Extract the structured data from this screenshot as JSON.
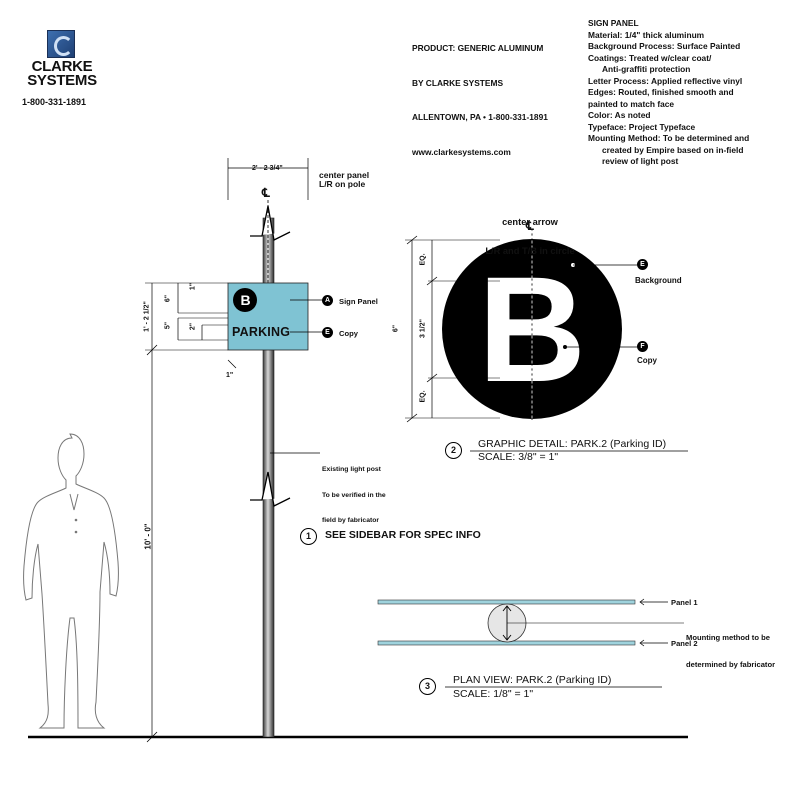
{
  "logo": {
    "line1": "CLARKE",
    "line2": "SYSTEMS",
    "phone": "1-800-331-1891"
  },
  "product": {
    "lines": [
      "PRODUCT: GENERIC ALUMINUM",
      "BY CLARKE SYSTEMS",
      "ALLENTOWN, PA • 1-800-331-1891",
      "www.clarkesystems.com"
    ]
  },
  "spec": {
    "heading": "SIGN PANEL",
    "lines": [
      "Material: 1/4\" thick aluminum",
      "Background Process: Surface Painted",
      "Coatings: Treated w/clear coat/",
      "Anti-graffiti protection",
      "Letter Process: Applied reflective vinyl",
      "Edges: Routed, finished smooth and",
      "painted to match face",
      "Color: As noted",
      "Typeface: Project Typeface",
      "Mounting Method: To be determined and",
      "created by Empire based on in-field",
      "review of light post"
    ]
  },
  "elevation": {
    "top_dim": "2' - 2 3/4\"",
    "center_note_1": "center panel",
    "center_note_2": "L/R on pole",
    "cl": "℄",
    "sign_letter": "B",
    "sign_word": "PARKING",
    "tag_a": "A",
    "tag_a_label": "Sign Panel",
    "tag_e": "E",
    "tag_e_label": "Copy",
    "dim_total": "1' - 2 1/2\"",
    "dim_6": "6\"",
    "dim_1a": "1\"",
    "dim_5": "5\"",
    "dim_2": "2\"",
    "dim_1b": "1\"",
    "height_dim": "10' - 0\"",
    "post_note_1": "Existing light post",
    "post_note_2": "To be verified in the",
    "post_note_3": "field by fabricator",
    "panel_color": "#7fc3d3"
  },
  "note1": {
    "num": "1",
    "text": "SEE SIDEBAR FOR SPEC INFO"
  },
  "detail2": {
    "arrow_note_1": "center arrow",
    "arrow_note_2": "L/R and T/B in circle",
    "cl": "℄",
    "letter": "B",
    "tag_e": "E",
    "tag_e_label": "Background",
    "tag_f": "F",
    "tag_f_label": "Copy",
    "dim_overall": "6\"",
    "dim_eq_top": "EQ.",
    "dim_mid": "3 1/2\"",
    "dim_eq_bot": "EQ.",
    "num": "2",
    "title": "GRAPHIC DETAIL: PARK.2 (Parking ID)",
    "scale": "SCALE: 3/8\" = 1\""
  },
  "plan3": {
    "panel1": "Panel 1",
    "panel2": "Panel 2",
    "mount_1": "Mounting method to be",
    "mount_2": "determined by fabricator",
    "num": "3",
    "title": "PLAN VIEW: PARK.2 (Parking ID)",
    "scale": "SCALE: 1/8\" = 1\""
  }
}
